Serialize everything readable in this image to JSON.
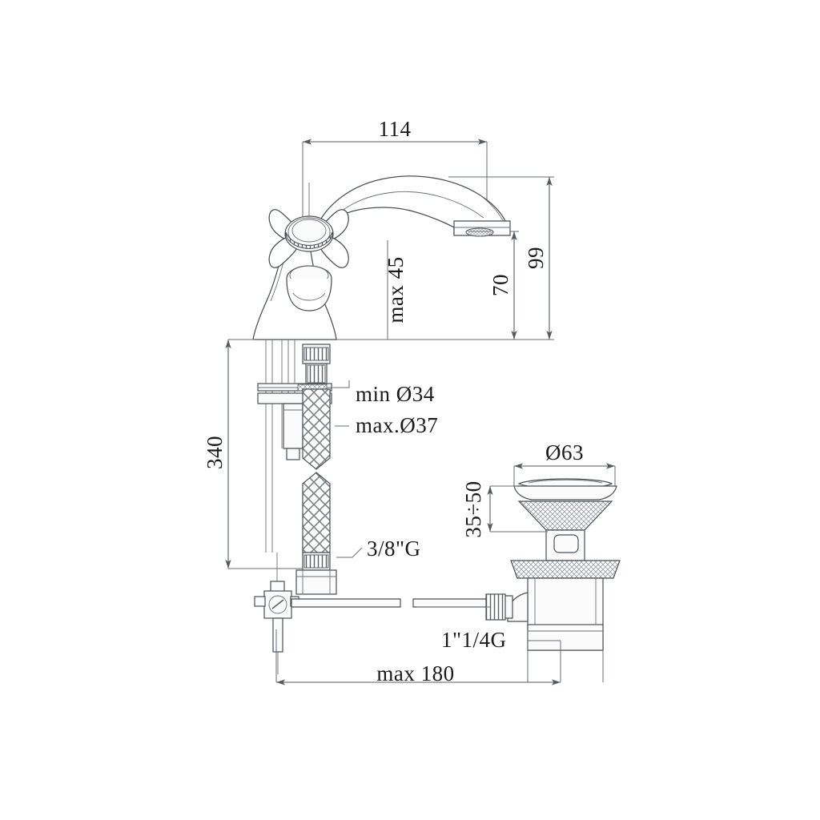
{
  "drawing": {
    "title": "Basin mixer tap with pop-up waste — dimensioned technical drawing",
    "units": "mm",
    "background_color": "#ffffff",
    "line_color": "#4a4f54",
    "dimension_color": "#555a5e",
    "text_color": "#1a1a1a"
  },
  "dimensions": {
    "spout_reach": "114",
    "overall_height": "99",
    "spout_height": "70",
    "max_aerator_clearance": "max 45",
    "hose_length": "340",
    "hole_min_diameter": "min Ø34",
    "hole_max_diameter": "max.Ø37",
    "inlet_thread": "3/8\"G",
    "waste_flange_diameter": "Ø63",
    "basin_thickness_range": "35÷50",
    "waste_outlet_thread": "1\"1/4G",
    "max_waste_length": "max 180"
  },
  "parts": [
    {
      "name": "cross-handle",
      "label": "cross handle"
    },
    {
      "name": "spout",
      "label": "curved spout"
    },
    {
      "name": "aerator",
      "label": "aerator"
    },
    {
      "name": "faucet-body",
      "label": "faucet body"
    },
    {
      "name": "mounting-bracket",
      "label": "mounting bracket"
    },
    {
      "name": "flexible-hose",
      "label": "braided flexible hose"
    },
    {
      "name": "hose-nut",
      "label": "hose connection nut"
    },
    {
      "name": "pop-up-lever",
      "label": "pop-up lift rod lever"
    },
    {
      "name": "waste-flange",
      "label": "waste flange"
    },
    {
      "name": "waste-body",
      "label": "waste body"
    },
    {
      "name": "waste-arm",
      "label": "pop-up actuator arm"
    }
  ]
}
